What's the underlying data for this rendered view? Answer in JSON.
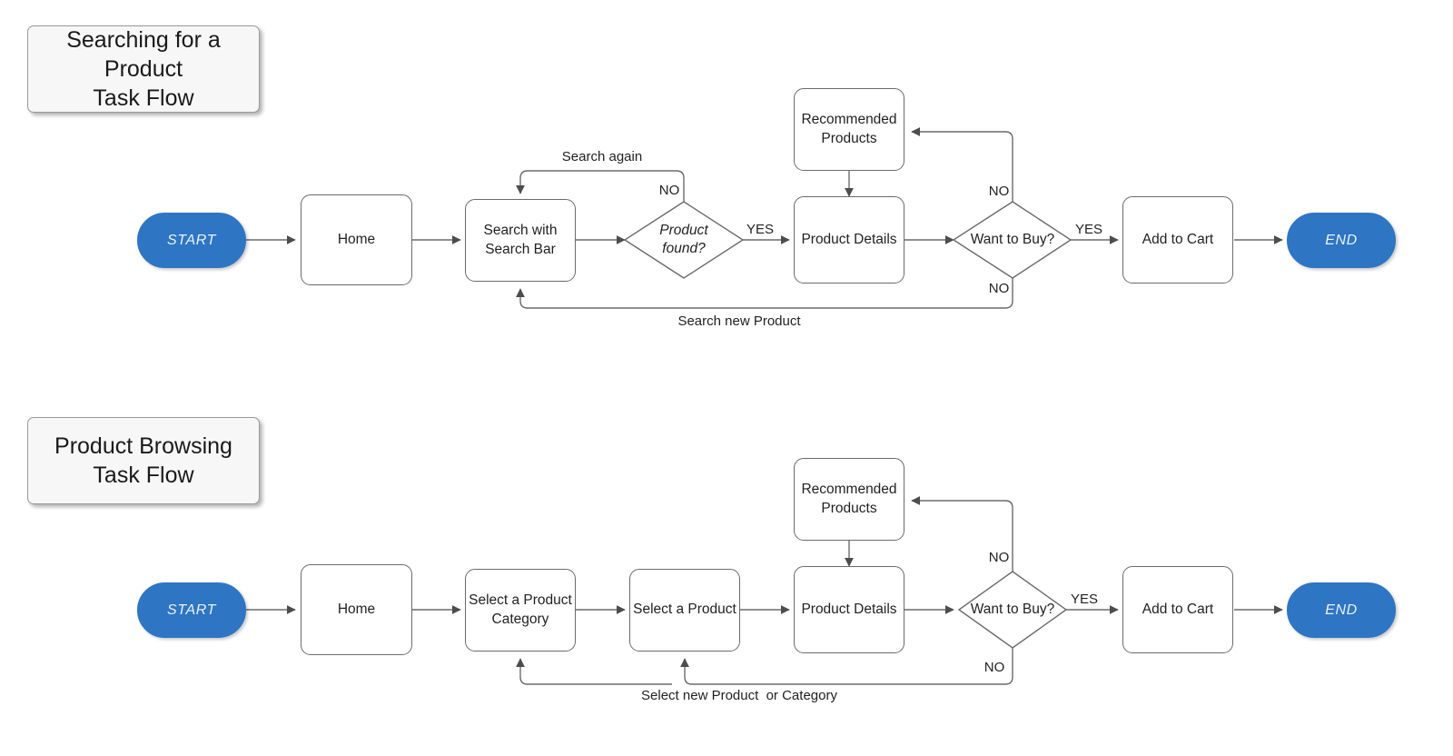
{
  "page": {
    "background": "#ffffff",
    "accent_blue": "#2E75C4",
    "stroke": "#6b6b6b",
    "text": "#222222"
  },
  "flows": [
    {
      "id": "searching-for-a-product",
      "title": "Searching for a Product\nTask Flow",
      "nodes": {
        "start": "START",
        "home": "Home",
        "search": "Search with\nSearch Bar",
        "decision_found": "Product\nfound?",
        "recommended": "Recommended\nProducts",
        "details": "Product Details",
        "decision_buy": "Want to Buy?",
        "cart": "Add to Cart",
        "end": "END"
      },
      "edge_labels": {
        "search_again": "Search again",
        "found_no": "NO",
        "found_yes": "YES",
        "buy_no_up": "NO",
        "buy_yes": "YES",
        "buy_no_down": "NO",
        "search_new_product": "Search new Product"
      }
    },
    {
      "id": "product-browsing",
      "title": "Product Browsing\nTask Flow",
      "nodes": {
        "start": "START",
        "home": "Home",
        "category": "Select a Product\nCategory",
        "product": "Select a Product",
        "recommended": "Recommended\nProducts",
        "details": "Product Details",
        "decision_buy": "Want to Buy?",
        "cart": "Add to Cart",
        "end": "END"
      },
      "edge_labels": {
        "buy_no_up": "NO",
        "buy_yes": "YES",
        "buy_no_down": "NO",
        "select_new": "Select new Product  or Category"
      }
    }
  ]
}
